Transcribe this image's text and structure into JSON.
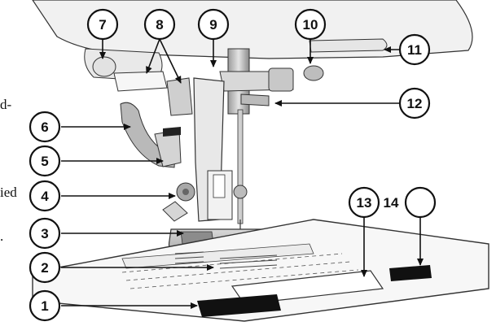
{
  "callouts": {
    "c1": "1",
    "c2": "2",
    "c3": "3",
    "c4": "4",
    "c5": "5",
    "c6": "6",
    "c7": "7",
    "c8": "8",
    "c9": "9",
    "c10": "10",
    "c11": "11",
    "c12": "12",
    "c13": "13",
    "c14": "14"
  },
  "side_text": {
    "frag_top": "d-",
    "frag_mid": "ied",
    "frag_low": "."
  }
}
